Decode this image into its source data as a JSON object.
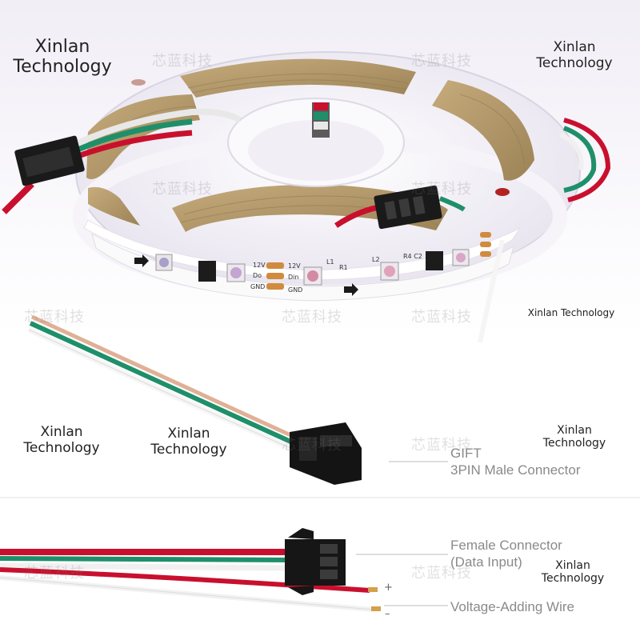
{
  "watermarks": {
    "top_left": [
      "Xinlan",
      "Technology"
    ],
    "top_right": [
      "Xinlan",
      "Technology"
    ],
    "mid_right": "Xinlan Technology",
    "cable_left": [
      "Xinlan",
      "Technology"
    ],
    "cable_mid": [
      "Xinlan",
      "Technology"
    ],
    "cable_right": [
      "Xinlan",
      "Technology"
    ],
    "bottom_right": [
      "Xinlan",
      "Technology"
    ],
    "chinese": "芯蓝科技"
  },
  "strip_markings": {
    "voltage": "12V",
    "data_out": "Do",
    "data_in": "Din",
    "ground": "GND",
    "inductor": "L1",
    "inductor2": "L2",
    "resistor": "R1",
    "resistor_cap": "R4 C2"
  },
  "labels": {
    "gift": "GIFT",
    "male_connector": "3PIN Male Connector",
    "female_connector": "Female Connector",
    "data_input": "(Data Input)",
    "voltage_wire": "Voltage-Adding Wire",
    "plus": "+",
    "minus": "–"
  },
  "colors": {
    "wire_red": "#c8102e",
    "wire_green": "#1f8f6a",
    "wire_white": "#f2f2f2",
    "connector_black": "#1a1a1a",
    "reel_white": "#f4f2f6",
    "strip_amber": "#b59a6a",
    "label_gray": "#8a8a8a"
  }
}
